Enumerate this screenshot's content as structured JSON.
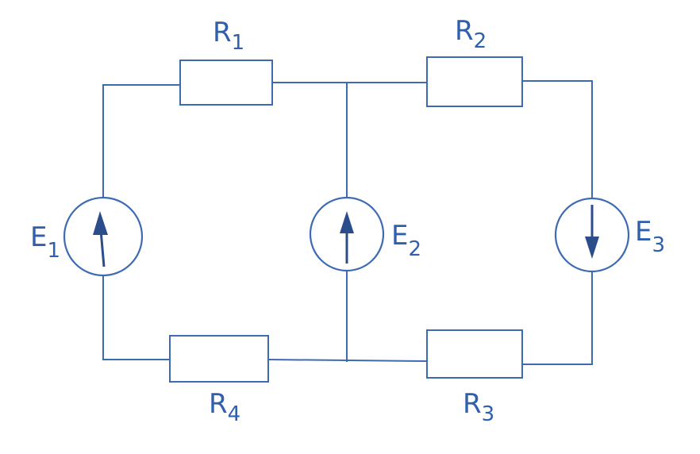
{
  "colors": {
    "wire": "#3d6bb3",
    "arrow": "#2c4d8c",
    "label": "#2f5fad",
    "background": "#ffffff"
  },
  "components": {
    "R1": {
      "main": "R",
      "sub": "1"
    },
    "R2": {
      "main": "R",
      "sub": "2"
    },
    "R3": {
      "main": "R",
      "sub": "3"
    },
    "R4": {
      "main": "R",
      "sub": "4"
    },
    "E1": {
      "main": "E",
      "sub": "1",
      "direction": "up"
    },
    "E2": {
      "main": "E",
      "sub": "2",
      "direction": "up"
    },
    "E3": {
      "main": "E",
      "sub": "3",
      "direction": "down"
    }
  }
}
